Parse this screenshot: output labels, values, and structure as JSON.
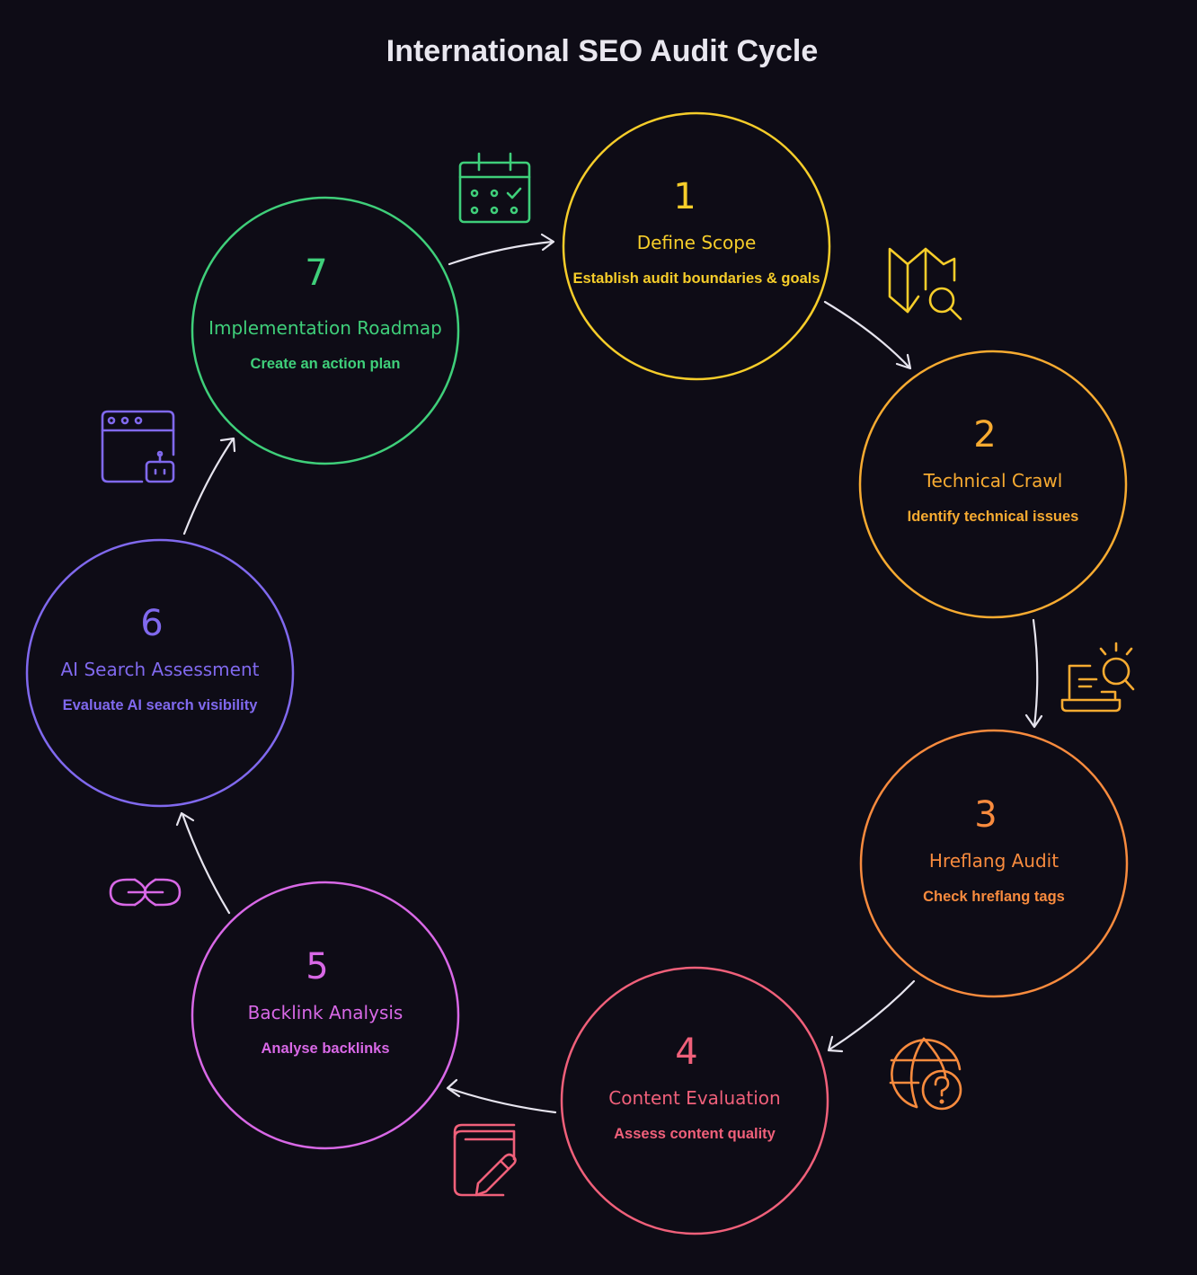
{
  "title": "International SEO Audit Cycle",
  "steps": [
    {
      "number": "1",
      "name": "Define Scope",
      "description": "Establish audit boundaries & goals",
      "color": "#f6cd2a",
      "icon": "map-search-icon"
    },
    {
      "number": "2",
      "name": "Technical Crawl",
      "description": "Identify technical issues",
      "color": "#f7ab31",
      "icon": "laptop-search-icon"
    },
    {
      "number": "3",
      "name": "Hreflang Audit",
      "description": "Check hreflang tags",
      "color": "#f88b3e",
      "icon": "globe-question-icon"
    },
    {
      "number": "4",
      "name": "Content Evaluation",
      "description": "Assess content quality",
      "color": "#f0607a",
      "icon": "book-pencil-icon"
    },
    {
      "number": "5",
      "name": "Backlink Analysis",
      "description": "Analyse backlinks",
      "color": "#d868e6",
      "icon": "link-icon"
    },
    {
      "number": "6",
      "name": "AI Search Assessment",
      "description": "Evaluate AI search visibility",
      "color": "#8069ee",
      "icon": "browser-bot-icon"
    },
    {
      "number": "7",
      "name": "Implementation Roadmap",
      "description": "Create an action plan",
      "color": "#3fcf7a",
      "icon": "calendar-check-icon"
    }
  ],
  "arrow_color": "#e6e4ee"
}
